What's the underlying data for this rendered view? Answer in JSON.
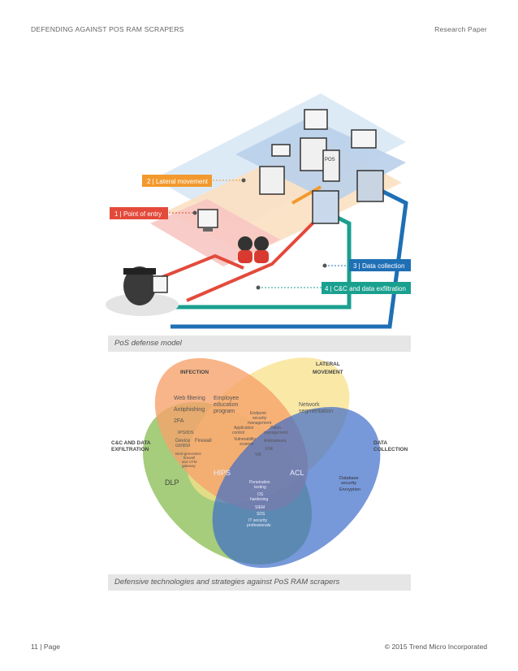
{
  "header": {
    "left": "DEFENDING AGAINST POS RAM SCRAPERS",
    "right": "Research Paper"
  },
  "footer": {
    "left": "11 | Page",
    "right": "© 2015 Trend Micro Incorporated"
  },
  "figure1": {
    "caption": "PoS defense model",
    "labels": {
      "lateral": "2 | Lateral movement",
      "entry": "1 | Point of entry",
      "collection": "3 | Data collection",
      "exfil": "4 | C&C and data exfiltration",
      "pos": "POS"
    },
    "colors": {
      "lateral": "#f29a2e",
      "entry": "#e34a3b",
      "collection": "#1f6fb5",
      "exfil": "#1aa08f"
    }
  },
  "figure2": {
    "caption": "Defensive technologies and strategies against PoS RAM scrapers",
    "titles": {
      "infection": "INFECTION",
      "lateral_l1": "LATERAL",
      "lateral_l2": "MOVEMENT",
      "cnc_l1": "C&C AND DATA",
      "cnc_l2": "EXFILTRATION",
      "data_l1": "DATA",
      "data_l2": "COLLECTION"
    },
    "items": {
      "web_filtering": "Web filtering",
      "antiphishing": "Antiphishing",
      "twofa": "2FA",
      "employee_l1": "Employee",
      "employee_l2": "education",
      "employee_l3": "program",
      "network_l1": "Network",
      "network_l2": "segmentation",
      "endpoint_l1": "Endpoint",
      "endpoint_l2": "security",
      "endpoint_l3": "management",
      "appctrl_l1": "Application",
      "appctrl_l2": "control",
      "patch_l1": "Patch",
      "patch_l2": "management",
      "vuln_l1": "Vulnerability",
      "vuln_l2": "scanner",
      "antimalware": "Antimalware",
      "fim": "FIM",
      "vm": "VM",
      "ips": "IPS/IDS",
      "device_l1": "Device",
      "device_l2": "control",
      "firewall": "Firewall",
      "ngfw_l1": "Next-generation",
      "ngfw_l2": "firewall",
      "ngfw_l3": "and UTM",
      "ngfw_l4": "gateway",
      "dlp": "DLP",
      "hips": "HIPS",
      "acl": "ACL",
      "db_l1": "Database",
      "db_l2": "security",
      "encryption": "Encryption",
      "pentest_l1": "Penetration",
      "pentest_l2": "testing",
      "os_l1": "OS",
      "os_l2": "hardening",
      "siem": "SIEM",
      "sds": "SDS",
      "itsec_l1": "IT security",
      "itsec_l2": "professionals"
    },
    "colors": {
      "infection": "#f6a36b",
      "lateral": "#f8e08a",
      "cnc": "#8fc15a",
      "data": "#3d6cc9"
    }
  }
}
